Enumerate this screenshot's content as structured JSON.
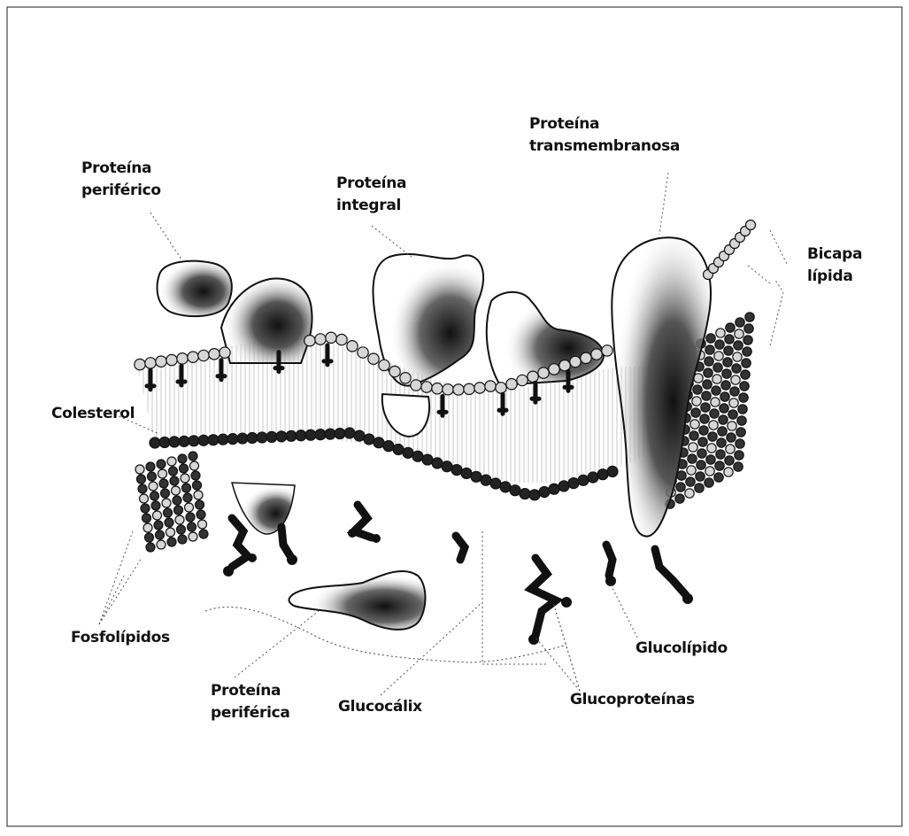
{
  "labels": {
    "proteina_periferico_top": [
      "Proteína",
      "periférico"
    ],
    "proteina_integral": [
      "Proteína",
      "integral"
    ],
    "proteina_transmembranosa": [
      "Proteína",
      "transmembranosa"
    ],
    "bicapa_lipida": [
      "Bicapa",
      "lípida"
    ],
    "colesterol": "Colesterol",
    "fosfolipidos": "Fosfolípidos",
    "glucolipido": "Glucolípido",
    "proteina_periferica_bottom": [
      "Proteína",
      "periférica"
    ],
    "glucocalix": "Glucocálix",
    "glucoproteinas": "Glucoproteínas"
  },
  "colors": {
    "line": "#111111",
    "shade": "#1a1a1a",
    "head_fill": "#d6d6d6",
    "background": "#ffffff"
  }
}
